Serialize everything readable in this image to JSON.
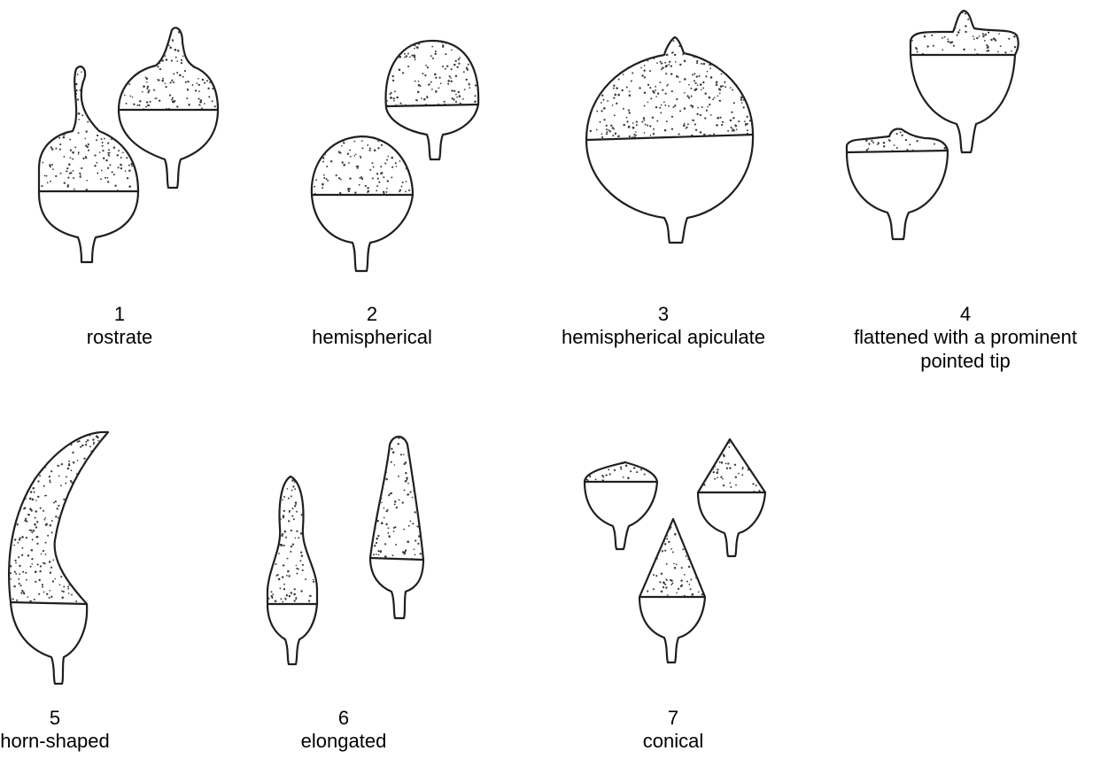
{
  "figures": [
    {
      "number": "1",
      "lines": [
        "rostrate"
      ]
    },
    {
      "number": "2",
      "lines": [
        "hemispherical"
      ]
    },
    {
      "number": "3",
      "lines": [
        "hemispherical apiculate"
      ]
    },
    {
      "number": "4",
      "lines": [
        "flattened with a prominent",
        "pointed tip"
      ]
    },
    {
      "number": "5",
      "lines": [
        "horn-shaped"
      ]
    },
    {
      "number": "6",
      "lines": [
        "elongated"
      ]
    },
    {
      "number": "7",
      "lines": [
        "conical"
      ]
    }
  ]
}
